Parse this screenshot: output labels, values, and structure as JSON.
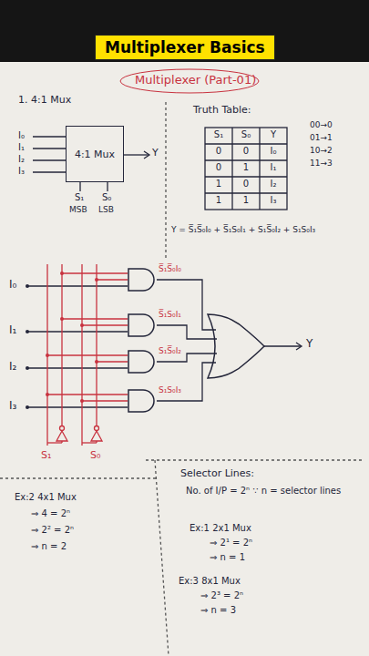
{
  "diagram": {
    "title": "Multiplexer Basics",
    "nodes": [
      {
        "text": [
          "4:1 Mux"
        ]
      },
      {
        "text": [
          "S̅₁S̅₀I₀"
        ]
      },
      {
        "text": [
          "S̅₁S₀I₁"
        ]
      },
      {
        "text": [
          "S₁S̅₀I₂"
        ]
      },
      {
        "text": [
          "S₁S₀I₃"
        ]
      }
    ],
    "labels": [
      "Multiplexer (Part-01)",
      "1. 4:1 Mux",
      "I₀",
      "I₁",
      "I₂",
      "I₃",
      "Y",
      "S₁",
      "MSB",
      "S₀",
      "LSB",
      "Truth Table:",
      "S₁",
      "S₀",
      "Y",
      "0",
      "0",
      "I₀",
      "0",
      "1",
      "I₁",
      "1",
      "0",
      "I₂",
      "1",
      "1",
      "I₃",
      "00→0",
      "01→1",
      "10→2",
      "11→3",
      "Y = S̅₁S̅₀I₀ + S̅₁S₀I₁ + S₁S̅₀I₂ + S₁S₀I₃",
      "I₀",
      "I₁",
      "I₂",
      "I₃",
      "Y",
      "S₁",
      "S₀",
      "Selector Lines:",
      "No. of I/P = 2ⁿ ∵ n = selector lines",
      "Ex:1 2x1 Mux",
      "⇒ 2¹ = 2ⁿ",
      "⇒ n = 1",
      "Ex:3 8x1 Mux",
      "⇒ 2³ = 2ⁿ",
      "⇒ n = 3",
      "Ex:2 4x1 Mux",
      "⇒ 4 = 2ⁿ",
      "⇒ 2² = 2ⁿ",
      "⇒ n = 2"
    ]
  }
}
